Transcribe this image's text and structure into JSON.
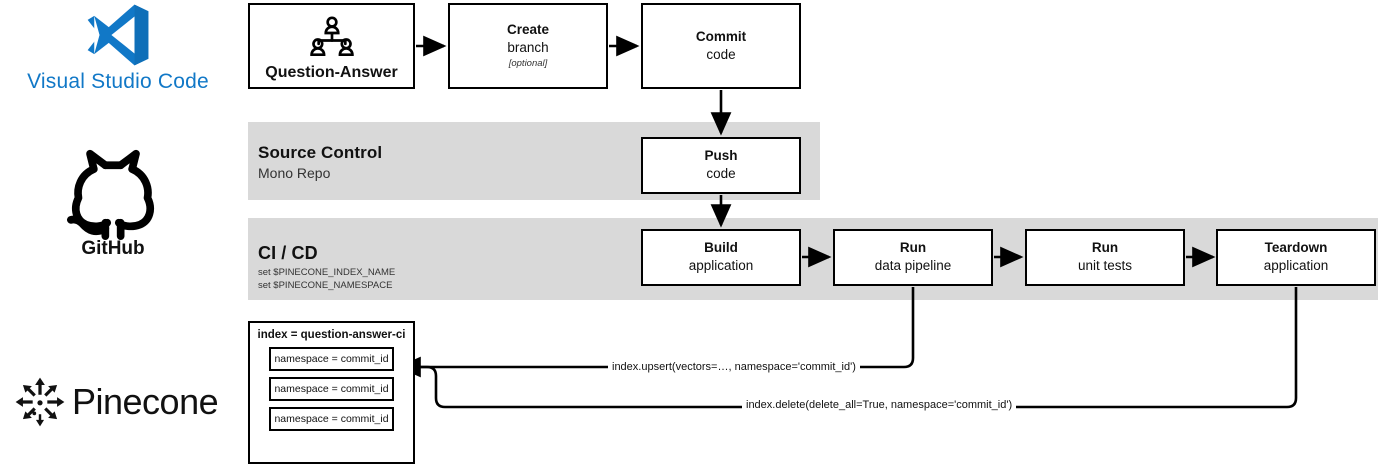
{
  "logos": [
    {
      "name": "visual-studio-code",
      "label": "Visual Studio Code",
      "color": "#1178c7"
    },
    {
      "name": "github",
      "label": "GitHub",
      "color": "#000000"
    },
    {
      "name": "pinecone",
      "label": "Pinecone",
      "color": "#111111"
    }
  ],
  "bands": {
    "source_control": {
      "title": "Source Control",
      "subtitle": "Mono Repo",
      "bg": "#d9d9d9"
    },
    "cicd": {
      "title": "CI / CD",
      "env_lines": "set $PINECONE_INDEX_NAME\nset $PINECONE_NAMESPACE",
      "bg": "#d9d9d9"
    }
  },
  "boxes": {
    "question_answer": {
      "label": "Question-Answer",
      "icon": "people-group-icon"
    },
    "create_branch": {
      "title": "Create",
      "subtitle": "branch",
      "note": "[optional]"
    },
    "commit_code": {
      "title": "Commit",
      "subtitle": "code"
    },
    "push_code": {
      "title": "Push",
      "subtitle": "code"
    },
    "build_application": {
      "title": "Build",
      "subtitle": "application"
    },
    "run_data_pipeline": {
      "title": "Run",
      "subtitle": "data pipeline"
    },
    "run_unit_tests": {
      "title": "Run",
      "subtitle": "unit tests"
    },
    "teardown_application": {
      "title": "Teardown",
      "subtitle": "application"
    }
  },
  "index_card": {
    "title": "index = question-answer-ci",
    "namespaces": [
      "namespace = commit_id",
      "namespace = commit_id",
      "namespace = commit_id"
    ]
  },
  "edge_labels": {
    "upsert": "index.upsert(vectors=…, namespace='commit_id')",
    "delete": "index.delete(delete_all=True, namespace='commit_id')"
  }
}
